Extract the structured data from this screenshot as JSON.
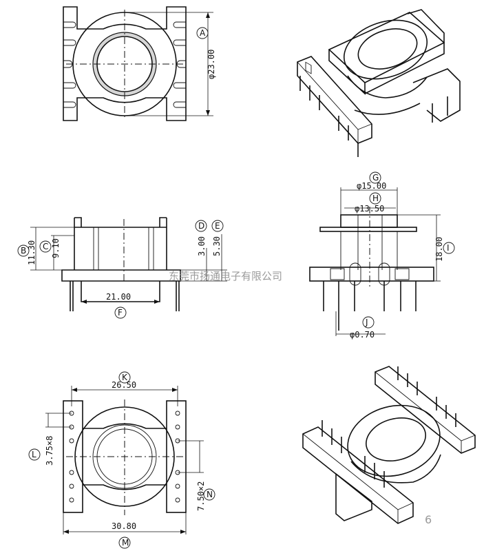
{
  "labels": {
    "A": "A",
    "B": "B",
    "C": "C",
    "D": "D",
    "E": "E",
    "F": "F",
    "G": "G",
    "H": "H",
    "I": "I",
    "J": "J",
    "K": "K",
    "L": "L",
    "M": "M",
    "N": "N"
  },
  "dimensions": {
    "A": "φ23.00",
    "B": "11.30",
    "C": "9.10",
    "D": "3.00",
    "E": "5.30",
    "F": "21.00",
    "G": "φ15.00",
    "H": "φ13.50",
    "I": "18.00",
    "J": "φ0.70",
    "K": "26.50",
    "L": "3.75×8",
    "M": "30.80",
    "N": "7.50×2"
  },
  "watermark": "东莞市扬通电子有限公司",
  "page_number": "6"
}
